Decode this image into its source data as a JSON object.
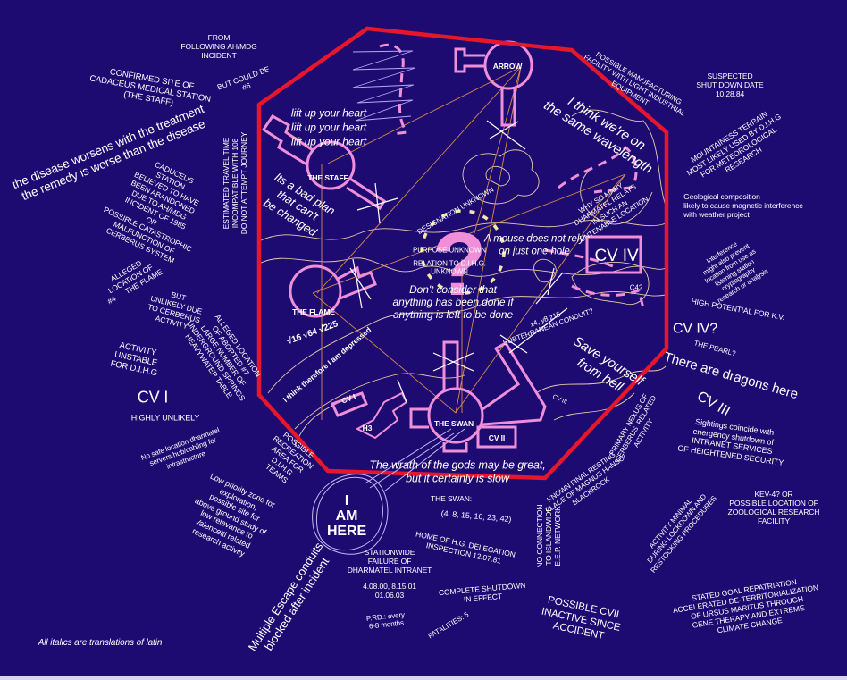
{
  "colors": {
    "background": "#1d0b72",
    "border": "#e8162a",
    "stations": "#f08fd8",
    "text": "#ffffff",
    "lines": "#d88a4a",
    "dashed_circle": "#f2e6a0"
  },
  "stations": {
    "arrow": "ARROW",
    "staff": "THE STAFF",
    "flame": "THE FLAME",
    "swan": "THE SWAN",
    "cv1": "CV I",
    "h3": "H3",
    "cv2": "CV II",
    "cv4": "CV IV",
    "cv3_small": "CV III",
    "c4": "C4?",
    "question": "?"
  },
  "inner": {
    "lift": "lift up your heart\nlift up your heart\nlift up your heart",
    "bad_plan": "Its a bad plan\nthat can't\nbe changed",
    "wavelength": "I think we're on\nthe same wavelength",
    "relays": "WHY SO MANY\nDHARMATEL RELAYS\nIN SUCH AN\nUNTENABLE LOCATION",
    "designation": "DESIGNATION UNKNOWN",
    "purpose": "PURPOSE UNKNOWN",
    "relation": "RELATION TO D.I.H.G.\nUNKNOWN",
    "mouse": "A mouse does not rely\non just one hole",
    "dont_consider": "Don't consider that\nanything has been done if\nanything is left to be done",
    "roots": "√16 √64 √225",
    "depressed": "I think therefore I am depressed",
    "conduit": "x4, y8 z15\nSUBTERRANEAN CONDUIT?",
    "save": "Save yourself\nfrom hell",
    "wrath": "The wrath of the gods may be great,\nbut it certainly is slow"
  },
  "notes": {
    "from_incident": "FROM\nFOLLOWING AH/MDG\nINCIDENT",
    "could_be_6": "BUT COULD BE\n#6",
    "cadaceus": "CONFIRMED SITE OF\nCADACEUS MEDICAL STATION\n(THE STAFF)",
    "disease": "the disease worsens with the treatment\nthe remedy is worse than the disease",
    "caduceus_abandoned": "CADUCEUS\nSTATION\nBELIEVED TO HAVE\nBEEN ABANDONED\nDUE TO AH/MDG\nINCIDENT OF 1985\nOR\nPOSSIBLE CATASTROPHIC\nMALFUNCTION OF\nCERBERUS SYSTEM",
    "travel_time": "ESTIMATED TRAVEL TIME\nINCOMPATIBLE WITH 108\nDO NOT ATTEMPT JOURNEY",
    "alleged_flame": "ALLEGED\nLOCATION OF\n#4      THE FLAME",
    "unlikely_cerberus": "BUT\nUNLIKELY DUE\nTO CERBERUS\nACTIVITY",
    "aborted_7": "ALLEGED LOCATION\nOF ABORTED #7\nLARGE NUMBER OF\nUNDERGROUND SPRINGS\nHEAVYWATER TABLE",
    "activity_unstable": "ACTIVITY\nUNSTABLE\nFOR D.I.H.G",
    "cv1": "CV I",
    "highly_unlikely": "HIGHLY UNLIKELY",
    "no_safe": "No safe location dharmatel\nservers/hub/cabling for\ninfrastructure",
    "recreation": "POSSIBLE\nRECREATION\nAREA FOR\nD.I.H.G\nTEAMS",
    "low_priority": "Low priority zone for\nexploration,\npossible site for\nabove ground study of\nlow relevance to\nValencetti related\nresearch activity",
    "escape": "Multiple Escape conduits\nblocked after incident",
    "i_am_here": "I\nAM\nHERE",
    "stationwide": "STATIONWIDE\nFAILURE OF\nDHARMATEL INTRANET",
    "failure_dates": "4.08.00, 8.15.01\n01.06.03",
    "prd": "P.RD.: every\n6-8 months",
    "the_swan": "THE SWAN:",
    "numbers": "(4, 8, 15, 16, 23, 42)",
    "hg_delegation": "HOME OF H.G. DELEGATION\nINSPECTION 12.07.81",
    "shutdown": "COMPLETE SHUTDOWN\nIN EFFECT",
    "fatalities": "FATALITIES: 5",
    "no_connection": "NO CONNECTION\nTO ISLANDWIDE\nE.E.P. NETWORK",
    "cvii": "POSSIBLE CVII\nINACTIVE SINCE\nACCIDENT",
    "nexus": "PRIMARY NEXUS OF\nCERBERUS  RELATED\nACTIVITY",
    "hanso": "KNOWN FINAL RESTING\nPLACE OF MAGNUS HANSO/\nBLACKROCK",
    "lockdown": "ACTIVITY MINIMAL\nDURING LOCKDOWN AND\nRESTOCKING PROCEDURES",
    "kev4": "KEV-4? OR\nPOSSIBLE LOCATION OF\nZOOLOGICAL RESEARCH\nFACILITY",
    "ursus": "STATED GOAL REPATRIATION\nACCELERATED DE-TERRITORIALIZATION\nOF URSUS MARITUS THROUGH\nGENE THERAPY AND EXTREME\nCLIMATE CHANGE",
    "sightings": "Sightings coincide with\nenergency shutdown of\nINTRANET SERVICES\nOF HEIGHTENED SECURITY",
    "dragons": "There are dragons here",
    "cv3": "CV III",
    "pearl": "THE PEARL?",
    "cv4q": "CV IV?",
    "kv": "HIGH POTENTIAL FOR K.V.",
    "geological": "Geological composition\nlikely to cause magnetic interference\nwith weather project",
    "interference": "Interference\nmight also prevent\nlocation from use as\nlistening station\ncryptography\nresearch or analysis",
    "suspected": "SUSPECTED\nSHUT DOWN DATE\n10.28.84",
    "mountainess": "MOUNTAINESS TERRAIN\nMOST LIKELY USED BY D.I.H.G\nFOR METEOROLOGICAL\nRESEARCH",
    "manufacturing": "POSSIBLE MANUFACTURING\nFACILITY WITH LIGHT INDUSTRIAL\nEQUIPMENT",
    "footer": "All italics are translations of latin"
  }
}
